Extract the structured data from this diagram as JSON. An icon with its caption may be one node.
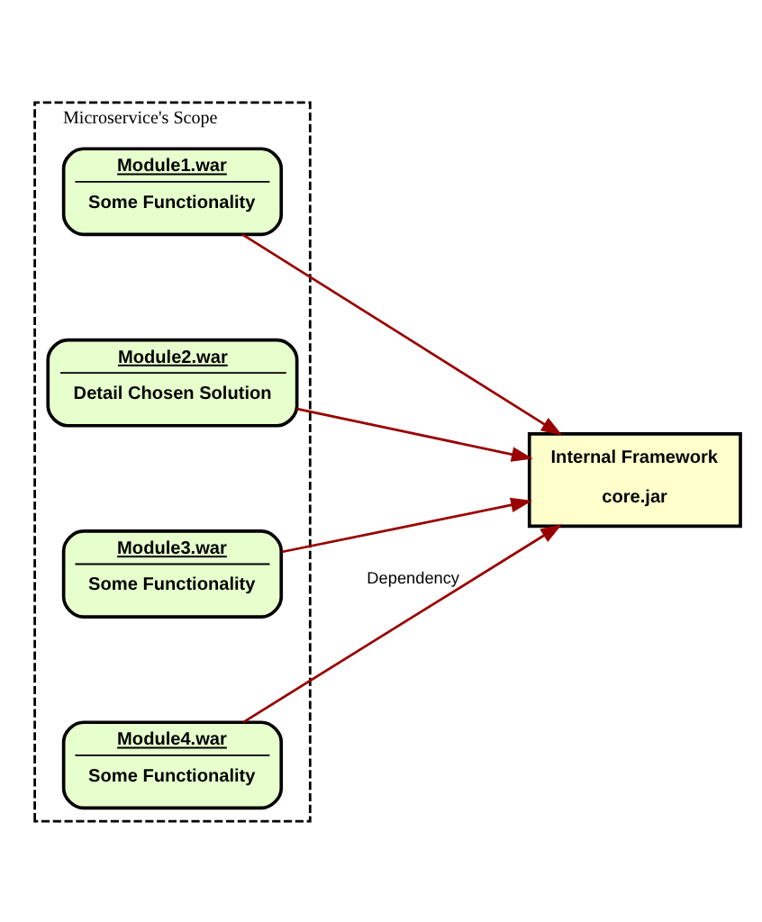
{
  "diagram": {
    "nodes": [
      {
        "text": [
          "Microservice's Scope"
        ]
      },
      {
        "text": [
          "Module1.war",
          "Some Functionality"
        ],
        "in": 0
      },
      {
        "text": [
          "Module2.war",
          "Detail Chosen Solution"
        ],
        "in": 0
      },
      {
        "text": [
          "Module3.war",
          "Some Functionality"
        ],
        "in": 0
      },
      {
        "text": [
          "Module4.war",
          "Some Functionality"
        ],
        "in": 0
      },
      {
        "text": [
          "Internal Framework",
          "core.jar"
        ]
      }
    ],
    "edges": [
      {
        "from": 1,
        "to": 5,
        "arrow": "to"
      },
      {
        "from": 2,
        "to": 5,
        "arrow": "to"
      },
      {
        "from": 3,
        "to": 5,
        "arrow": "to"
      },
      {
        "from": 4,
        "to": 5,
        "arrow": "to",
        "label": "Dependency"
      }
    ]
  }
}
